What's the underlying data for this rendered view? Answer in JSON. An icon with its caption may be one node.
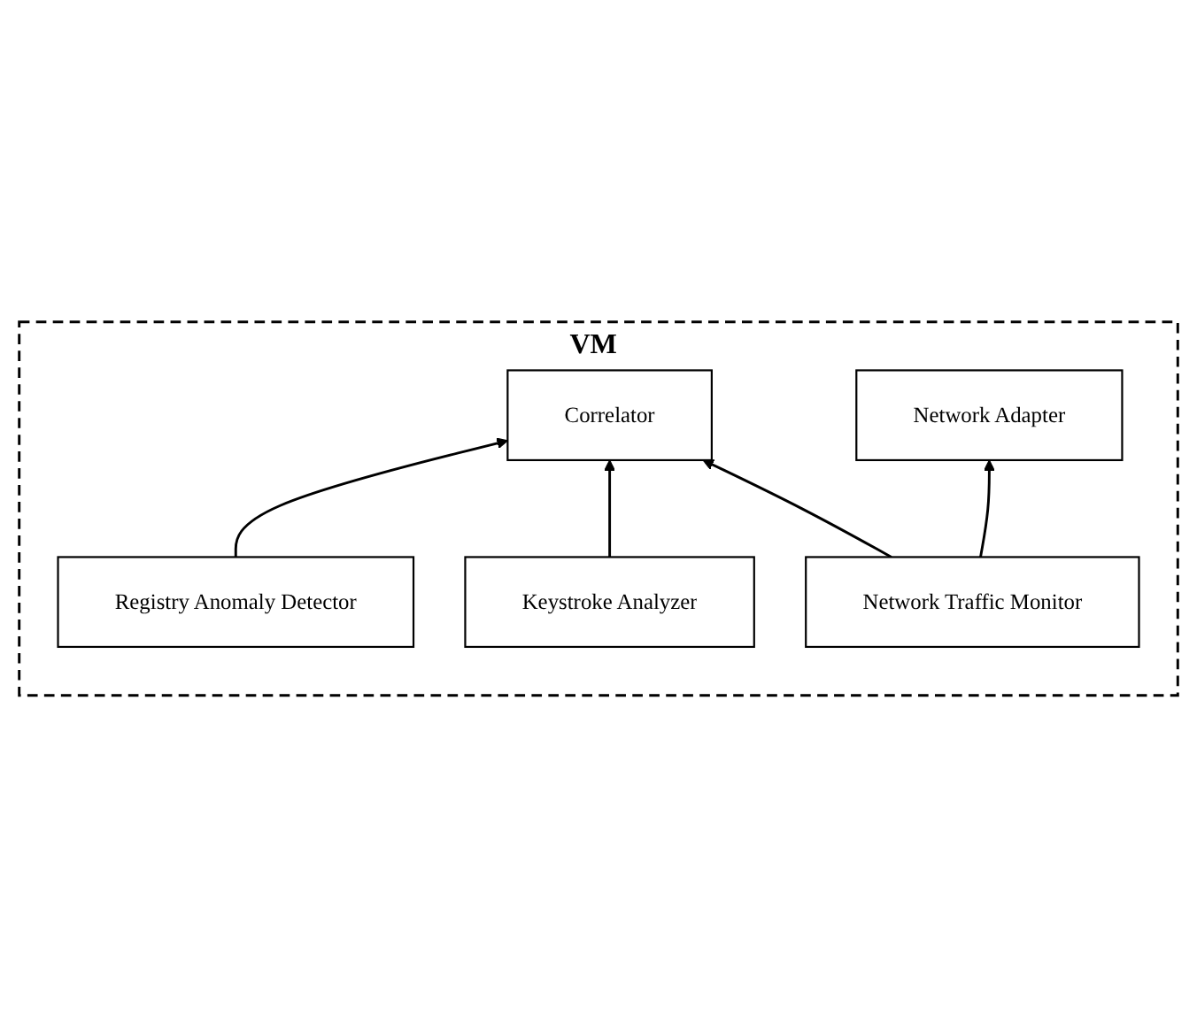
{
  "diagram": {
    "nodes": [
      {
        "text": [
          "VM"
        ]
      },
      {
        "text": [
          "Network Traffic Monitor"
        ],
        "in": 0
      },
      {
        "text": [
          "Correlator"
        ],
        "in": 0
      },
      {
        "text": [
          "Network Adapter"
        ],
        "in": 0
      },
      {
        "text": [
          "Keystroke Analyzer"
        ],
        "in": 0
      },
      {
        "text": [
          "Registry Anomaly Detector"
        ],
        "in": 0
      }
    ],
    "edges": [
      {
        "from": 1,
        "to": 2,
        "arrow": "to"
      },
      {
        "from": 1,
        "to": 3,
        "arrow": "to"
      },
      {
        "from": 4,
        "to": 2,
        "arrow": "to"
      },
      {
        "from": 5,
        "to": 2,
        "arrow": "to"
      }
    ]
  }
}
